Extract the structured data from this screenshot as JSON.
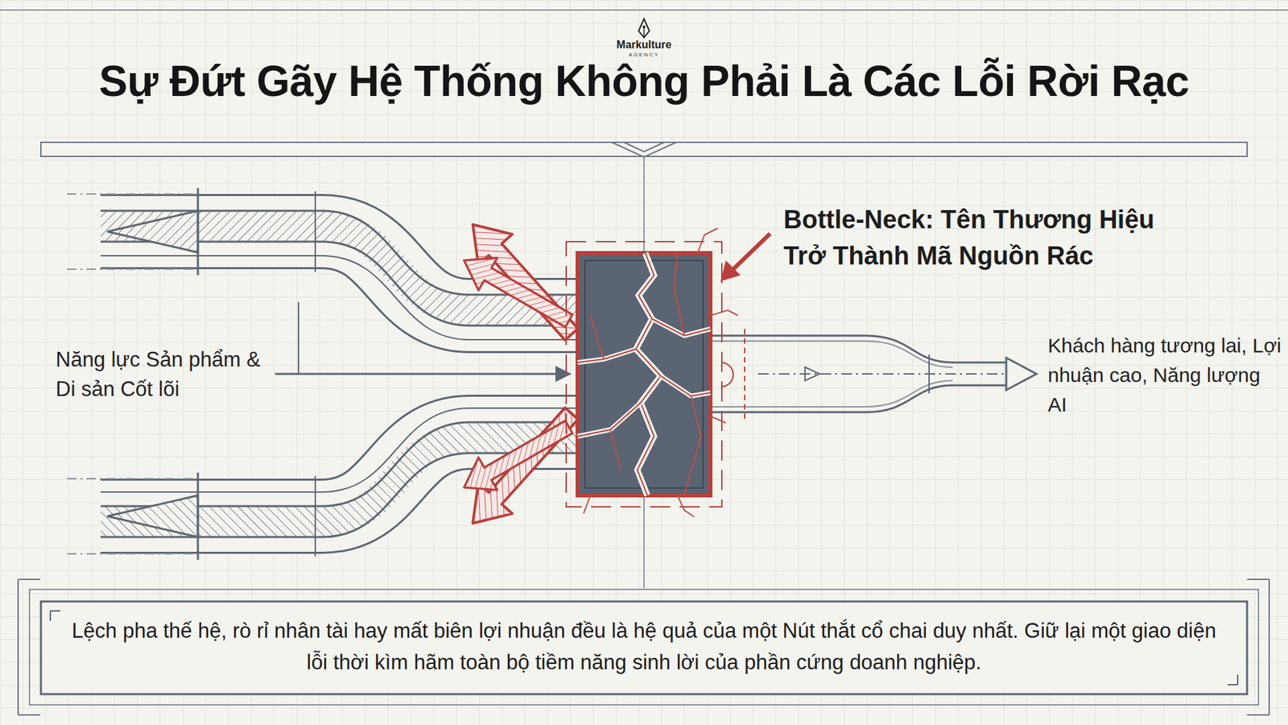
{
  "diagram": {
    "title": "Sự Đứt Gãy Hệ Thống Không Phải Là Các Lỗi Rời Rạc",
    "caption": "Lệch pha thế hệ, rò rỉ nhân tài hay mất biên lợi nhuận đều là hệ quả của một Nút thắt cổ chai duy nhất. Giữ lại một giao diện lỗi thời kìm hãm toàn bộ tiềm năng sinh lời của phần cứng doanh nghiệp.",
    "labels": [
      "Markulture",
      "AGENCY",
      "Bottle-Neck: Tên Thương Hiệu Trở Thành Mã Nguồn Rác",
      "Năng lực Sản phẩm & Di sản Cốt lõi",
      "Khách hàng tương lai, Lợi nhuận cao, Năng lượng AI"
    ]
  }
}
